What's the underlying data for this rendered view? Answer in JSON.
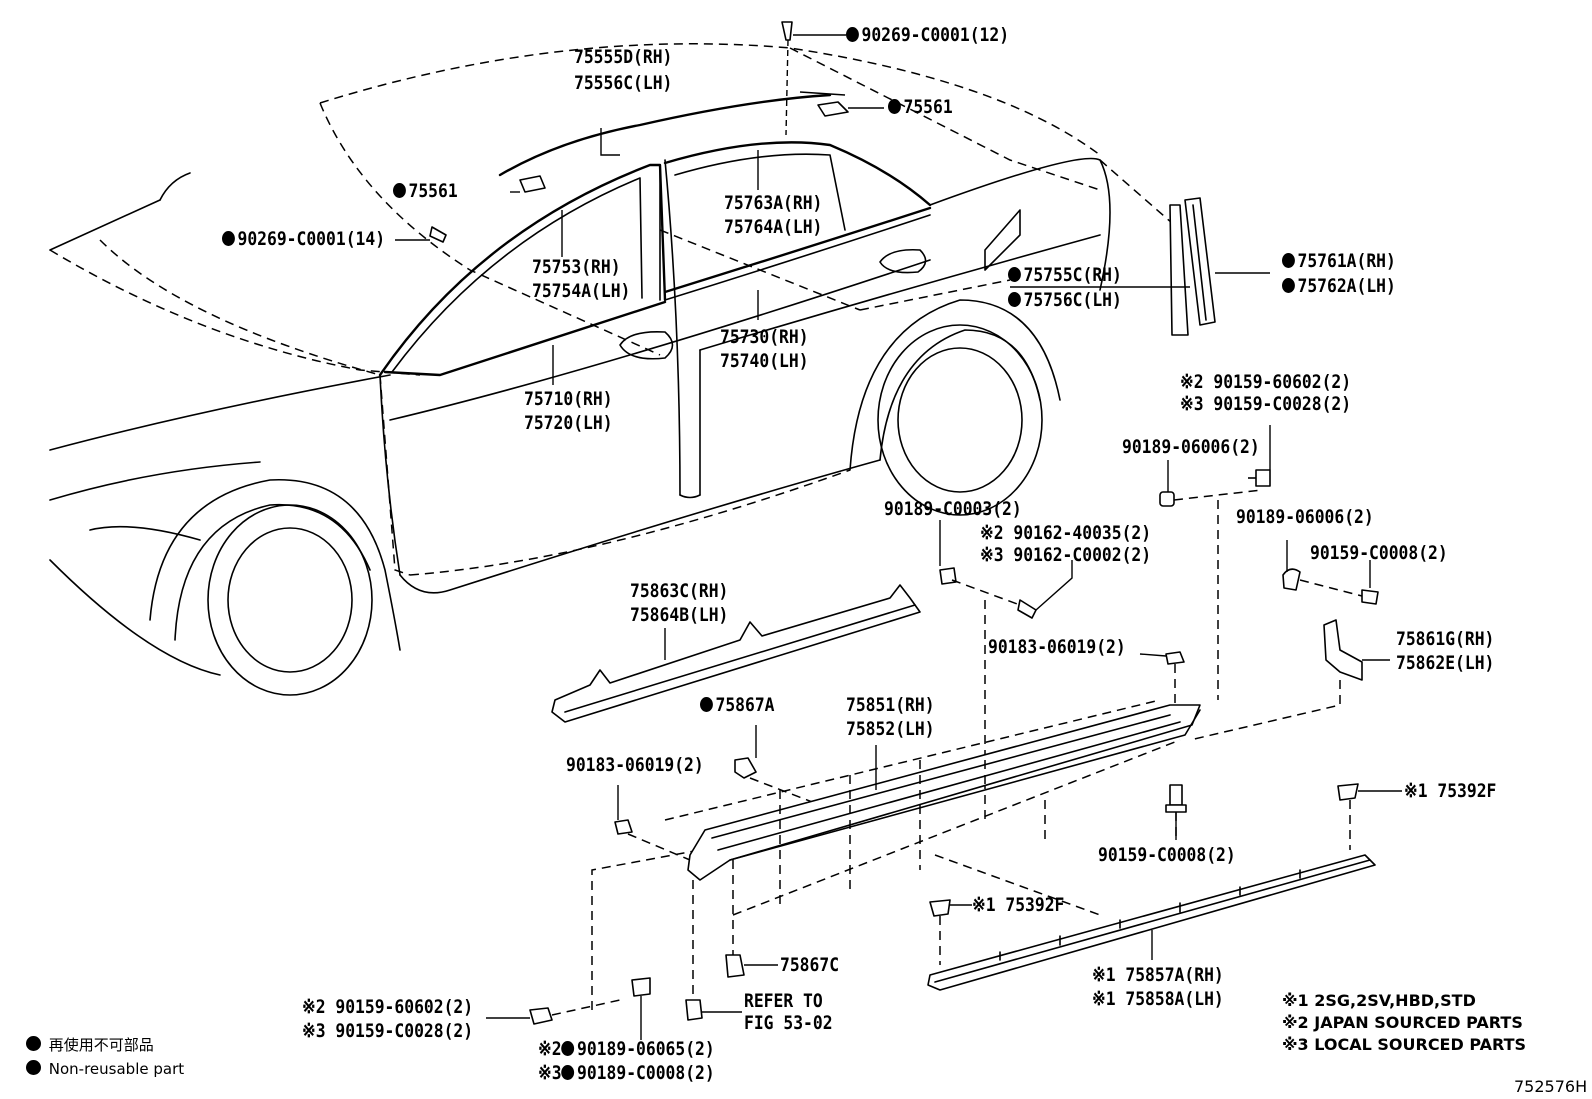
{
  "callouts": {
    "c90269_12": "90269-C0001(12)",
    "c75555d": "75555D(RH)",
    "c75556c": "75556C(LH)",
    "c75561_top": "75561",
    "c75561_left": "75561",
    "c90269_14": "90269-C0001(14)",
    "c75763a": "75763A(RH)",
    "c75764a": "75764A(LH)",
    "c75753": "75753(RH)",
    "c75754a": "75754A(LH)",
    "c75755c": "75755C(RH)",
    "c75756c": "75756C(LH)",
    "c75761a": "75761A(RH)",
    "c75762a": "75762A(LH)",
    "c75730": "75730(RH)",
    "c75740": "75740(LH)",
    "c75710": "75710(RH)",
    "c75720": "75720(LH)",
    "c90159_60602_top": "※2 90159-60602(2)",
    "c90159_c0028_top": "※3 90159-C0028(2)",
    "c90189_06006_a": "90189-06006(2)",
    "c90189_06006_b": "90189-06006(2)",
    "c90189_c0003": "90189-C0003(2)",
    "c90162_40035": "※2 90162-40035(2)",
    "c90162_c0002": "※3 90162-C0002(2)",
    "c90159_c0008_r": "90159-C0008(2)",
    "c75861g": "75861G(RH)",
    "c75862e": "75862E(LH)",
    "c75863c": "75863C(RH)",
    "c75864b": "75864B(LH)",
    "c90183_06019_r": "90183-06019(2)",
    "c75867a": "75867A",
    "c75851": "75851(RH)",
    "c75852": "75852(LH)",
    "c90183_06019_l": "90183-06019(2)",
    "c75392f_r": "※1 75392F",
    "c90159_c0008_b": "90159-C0008(2)",
    "c75392f_m": "※1 75392F",
    "c75867c": "75867C",
    "c75857a": "※1 75857A(RH)",
    "c75858a": "※1 75858A(LH)",
    "refer1": "REFER TO",
    "refer2": "FIG 53-02",
    "c90159_60602_bot": "※2  90159-60602(2)",
    "c90159_c0028_bot": "※3  90159-C0028(2)",
    "c90189_06065": "90189-06065(2)",
    "c90189_c0008": "90189-C0008(2)",
    "mark2": "※2",
    "mark3": "※3"
  },
  "notes": {
    "n1": "※1 2SG,2SV,HBD,STD",
    "n2": "※2 JAPAN SOURCED PARTS",
    "n3": "※3 LOCAL SOURCED PARTS"
  },
  "legend": {
    "jp": "再使用不可部品",
    "en": "Non-reusable part"
  },
  "figure_code": "752576H"
}
